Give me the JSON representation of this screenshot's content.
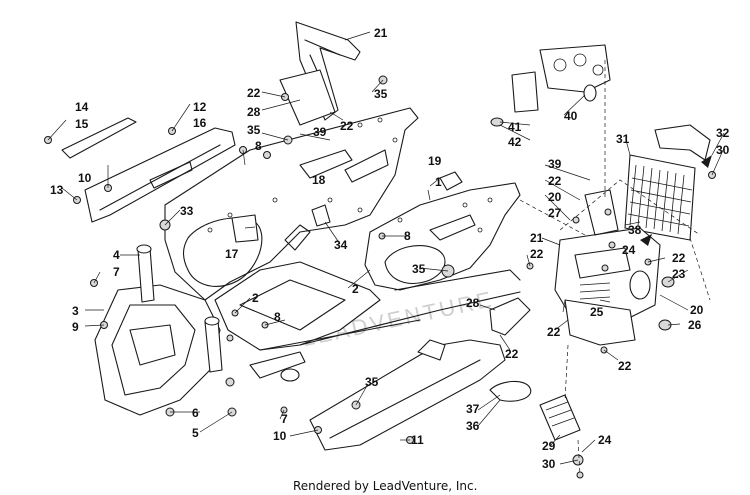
{
  "diagram": {
    "watermark": "LEADVENTURE",
    "footer": "Rendered by LeadVenture, Inc."
  },
  "callouts": [
    "21",
    "22",
    "35",
    "28",
    "22",
    "39",
    "14",
    "15",
    "12",
    "16",
    "35",
    "8",
    "18",
    "13",
    "10",
    "33",
    "19",
    "1",
    "39",
    "22",
    "20",
    "27",
    "41",
    "42",
    "40",
    "31",
    "32",
    "30",
    "17",
    "34",
    "4",
    "7",
    "3",
    "9",
    "2",
    "8",
    "2",
    "35",
    "8",
    "21",
    "22",
    "24",
    "22",
    "23",
    "38",
    "20",
    "26",
    "22",
    "25",
    "28",
    "22",
    "22",
    "6",
    "5",
    "7",
    "10",
    "35",
    "37",
    "36",
    "11",
    "29",
    "30",
    "24"
  ]
}
